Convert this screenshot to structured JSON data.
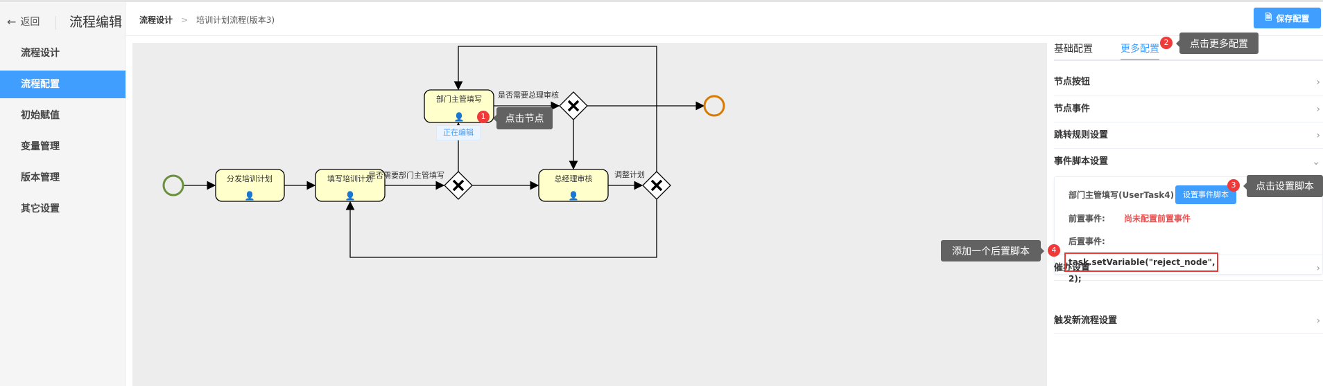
{
  "app": {
    "back_label": "返回",
    "title": "流程编辑"
  },
  "sidebar": {
    "items": [
      {
        "label": "流程设计"
      },
      {
        "label": "流程配置",
        "active": true
      },
      {
        "label": "初始赋值"
      },
      {
        "label": "变量管理"
      },
      {
        "label": "版本管理"
      },
      {
        "label": "其它设置"
      }
    ]
  },
  "breadcrumb": {
    "root": "流程设计",
    "separator": ">",
    "current": "培训计划流程(版本3)"
  },
  "toolbar": {
    "save_label": "保存配置"
  },
  "diagram": {
    "tasks": [
      "分发培训计划",
      "填写培训计划",
      "部门主管填写",
      "总经理审核"
    ],
    "flow_labels": [
      "是否需要部门主管填写",
      "是否需要总理审核",
      "调整计划"
    ],
    "editing_tag": "正在编辑",
    "colors": {
      "task_fill": "#ffffcc",
      "start": "#6a8f3d",
      "end": "#d97a00"
    }
  },
  "panel": {
    "tabs": [
      {
        "label": "基础配置"
      },
      {
        "label": "更多配置",
        "active": true
      }
    ],
    "sections": [
      {
        "label": "节点按钮"
      },
      {
        "label": "节点事件"
      },
      {
        "label": "跳转规则设置"
      },
      {
        "label": "事件脚本设置",
        "expanded": true
      },
      {
        "label": "催办设置"
      },
      {
        "label": "触发新流程设置"
      }
    ],
    "event_script": {
      "node": "部门主管填写(UserTask4)",
      "set_button": "设置事件脚本",
      "pre_label": "前置事件:",
      "pre_value": "尚未配置前置事件",
      "post_label": "后置事件:",
      "post_value": "task.setVariable(\"reject_node\", 2);"
    }
  },
  "annotations": [
    {
      "num": "1",
      "text": "点击节点"
    },
    {
      "num": "2",
      "text": "点击更多配置"
    },
    {
      "num": "3",
      "text": "点击设置脚本"
    },
    {
      "num": "4",
      "text": "添加一个后置脚本"
    }
  ],
  "accent": "#409eff"
}
